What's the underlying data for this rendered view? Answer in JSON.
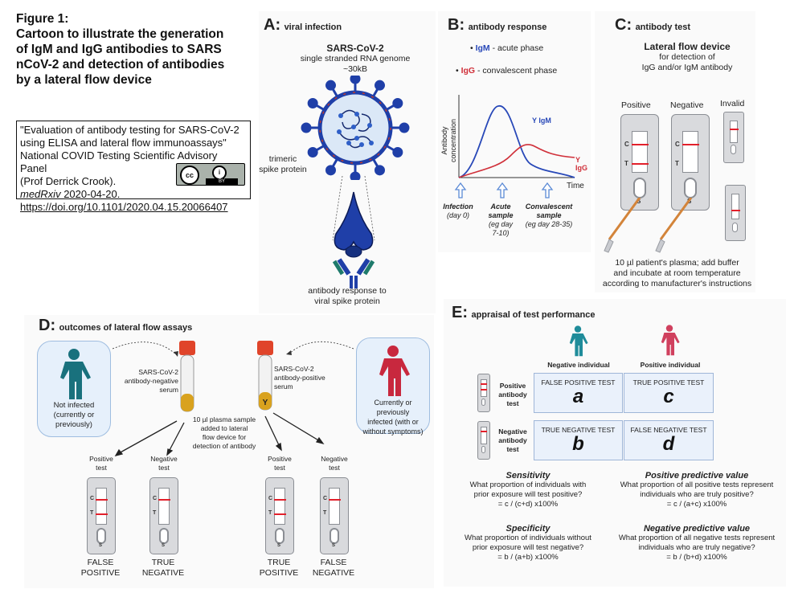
{
  "figure": {
    "title_lines": [
      "Figure 1:",
      "Cartoon to illustrate the generation",
      "of IgM and IgG antibodies to SARS",
      "nCoV-2 and detection of antibodies",
      "by a lateral flow device"
    ]
  },
  "citation": {
    "lines": [
      "\"Evaluation of antibody testing for SARS-CoV-2",
      "using ELISA and lateral flow immunoassays\"",
      "National COVID Testing Scientific Advisory Panel",
      "(Prof Derrick Crook)."
    ],
    "journal": "medRxiv",
    "date": " 2020-04-20.",
    "doi": "https://doi.org/10.1101/2020.04.15.20066407",
    "license_badge": {
      "cc": "cc",
      "by_icon": "person-icon",
      "by": "BY"
    }
  },
  "panel_a": {
    "letter": "A:",
    "subtitle": "viral infection",
    "virus_name": "SARS-CoV-2",
    "genome_lines": [
      "single stranded RNA genome",
      "~30kB"
    ],
    "spike_label_lines": [
      "trimeric",
      "spike protein"
    ],
    "caption_lines": [
      "antibody response to",
      "viral spike protein"
    ],
    "colors": {
      "virus": "#1f3fa8",
      "virus_fill": "#dbe8f7",
      "membrane_protein": "#c0392b",
      "antibody_accent": "#1e7a6b"
    }
  },
  "panel_b": {
    "letter": "B:",
    "subtitle": "antibody response",
    "legend": [
      {
        "name": "IgM",
        "desc": " - acute phase",
        "color": "#2848b8"
      },
      {
        "name": "IgG",
        "desc": " - convalescent phase",
        "color": "#d0303a"
      }
    ],
    "y_axis_lines": [
      "Antibody",
      "concentration"
    ],
    "x_axis": "Time",
    "curve_labels": {
      "igm": "Y IgM",
      "igg": "Y IgG"
    },
    "markers": [
      {
        "lines": [
          "Infection",
          "(day 0)"
        ]
      },
      {
        "lines": [
          "Acute",
          "sample",
          "(eg day",
          "7-10)"
        ]
      },
      {
        "lines": [
          "Convalescent",
          "sample",
          "(eg day 28-35)"
        ]
      }
    ]
  },
  "panel_c": {
    "letter": "C:",
    "subtitle": "antibody test",
    "device_title": "Lateral flow device",
    "device_sub_lines": [
      "for detection of",
      "IgG and/or IgM antibody"
    ],
    "devices": [
      {
        "label": "Positive"
      },
      {
        "label": "Negative"
      },
      {
        "label": "Invalid"
      }
    ],
    "line_labels": {
      "c": "C",
      "t": "T",
      "s": "S"
    },
    "instructions_lines": [
      "10 µl patient's plasma; add buffer",
      "and incubate at room temperature",
      "according to manufacturer's instructions"
    ]
  },
  "panel_d": {
    "letter": "D:",
    "subtitle": "outcomes of lateral flow assays",
    "not_infected_lines": [
      "Not infected",
      "(currently or",
      "previously)"
    ],
    "infected_lines": [
      "Currently or previously",
      "infected (with or",
      "without symptoms)"
    ],
    "neg_serum_lines": [
      "SARS-CoV-2",
      "antibody-negative",
      "serum"
    ],
    "pos_serum_lines": [
      "SARS-CoV-2",
      "antibody-positive",
      "serum"
    ],
    "plasma_lines": [
      "10 µl plasma sample",
      "added to lateral",
      "flow device for",
      "detection of antibody"
    ],
    "tests": [
      {
        "head_lines": [
          "Positive",
          "test"
        ],
        "outcome_lines": [
          "FALSE",
          "POSITIVE"
        ]
      },
      {
        "head_lines": [
          "Negative",
          "test"
        ],
        "outcome_lines": [
          "TRUE",
          "NEGATIVE"
        ]
      },
      {
        "head_lines": [
          "Positive",
          "test"
        ],
        "outcome_lines": [
          "TRUE",
          "POSITIVE"
        ]
      },
      {
        "head_lines": [
          "Negative",
          "test"
        ],
        "outcome_lines": [
          "FALSE",
          "NEGATIVE"
        ]
      }
    ],
    "colors": {
      "not_infected": "#19717d",
      "infected": "#c8283e",
      "tube_cap": "#e0442a",
      "serum": "#d9a21e"
    }
  },
  "panel_e": {
    "letter": "E:",
    "subtitle": "appraisal of test performance",
    "columns": [
      {
        "label": "Negative individual",
        "color": "#1f8c9a"
      },
      {
        "label": "Positive individual",
        "color": "#d0405e"
      }
    ],
    "rows": [
      {
        "lines": [
          "Positive",
          "antibody",
          "test"
        ]
      },
      {
        "lines": [
          "Negative",
          "antibody",
          "test"
        ]
      }
    ],
    "cells": [
      {
        "header": "FALSE POSITIVE TEST",
        "letter": "a"
      },
      {
        "header": "TRUE POSITIVE TEST",
        "letter": "c"
      },
      {
        "header": "TRUE NEGATIVE TEST",
        "letter": "b"
      },
      {
        "header": "FALSE NEGATIVE TEST",
        "letter": "d"
      }
    ],
    "metrics": [
      {
        "name": "Sensitivity",
        "lines": [
          "What proportion of individuals with",
          "prior exposure will test positive?"
        ],
        "formula": "= c / (c+d) x100%"
      },
      {
        "name": "Positive predictive value",
        "lines": [
          "What proportion of all positive tests represent",
          "individuals who are truly positive?"
        ],
        "formula": "= c / (a+c) x100%"
      },
      {
        "name": "Specificity",
        "lines": [
          "What proportion of individuals without",
          "prior exposure will test negative?"
        ],
        "formula": "= b / (a+b) x100%"
      },
      {
        "name": "Negative predictive value",
        "lines": [
          "What proportion of all negative tests represent",
          "individuals who are truly negative?"
        ],
        "formula": "= b / (b+d) x100%"
      }
    ]
  }
}
